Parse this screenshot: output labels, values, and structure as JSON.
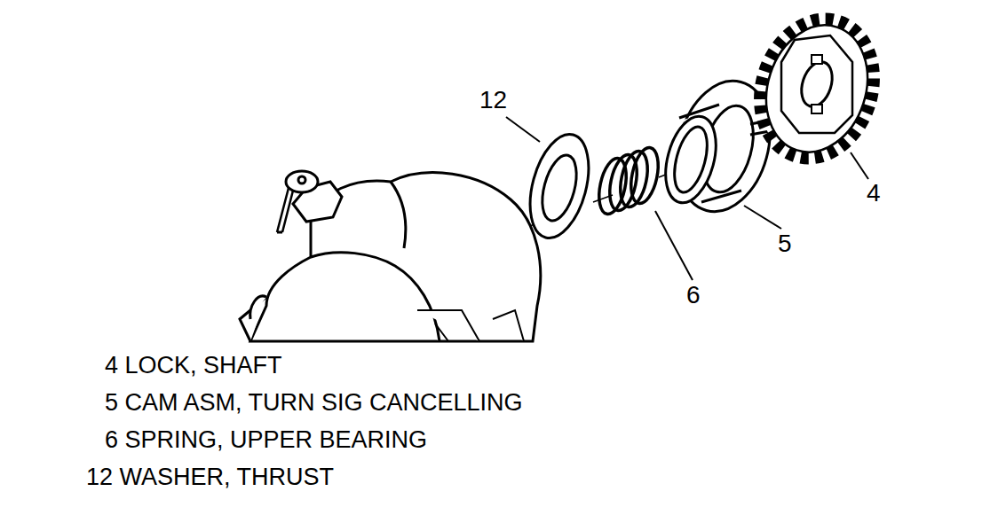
{
  "diagram": {
    "labels": [
      "12",
      "4",
      "5",
      "6",
      "4 LOCK, SHAFT",
      "5 CAM ASM, TURN SIG CANCELLING",
      "6 SPRING, UPPER BEARING",
      "12 WASHER, THRUST"
    ]
  }
}
